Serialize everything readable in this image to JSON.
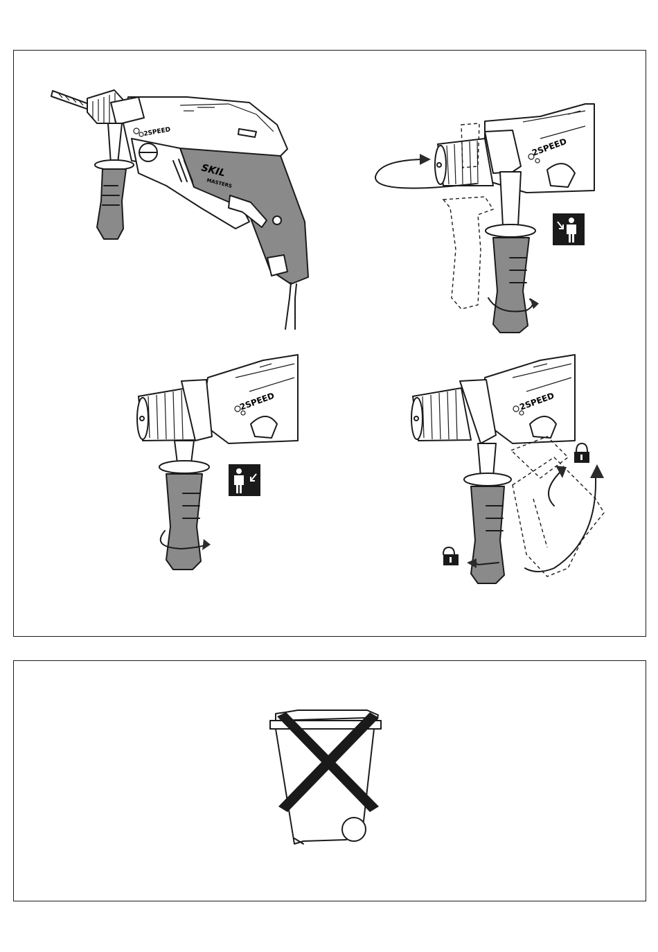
{
  "drill": {
    "brand": "SKIL",
    "model": "MASTERS",
    "speed_label": "2SPEED"
  },
  "colors": {
    "line": "#1a1a1a",
    "handle_fill": "#8a8a8a",
    "background": "#ffffff"
  },
  "icons": {
    "person_arrow_in": "person-arrow-in-icon",
    "lock_closed": "lock-closed-icon",
    "lock_open": "lock-open-icon",
    "weee_bin": "crossed-out-wheelie-bin-icon"
  }
}
